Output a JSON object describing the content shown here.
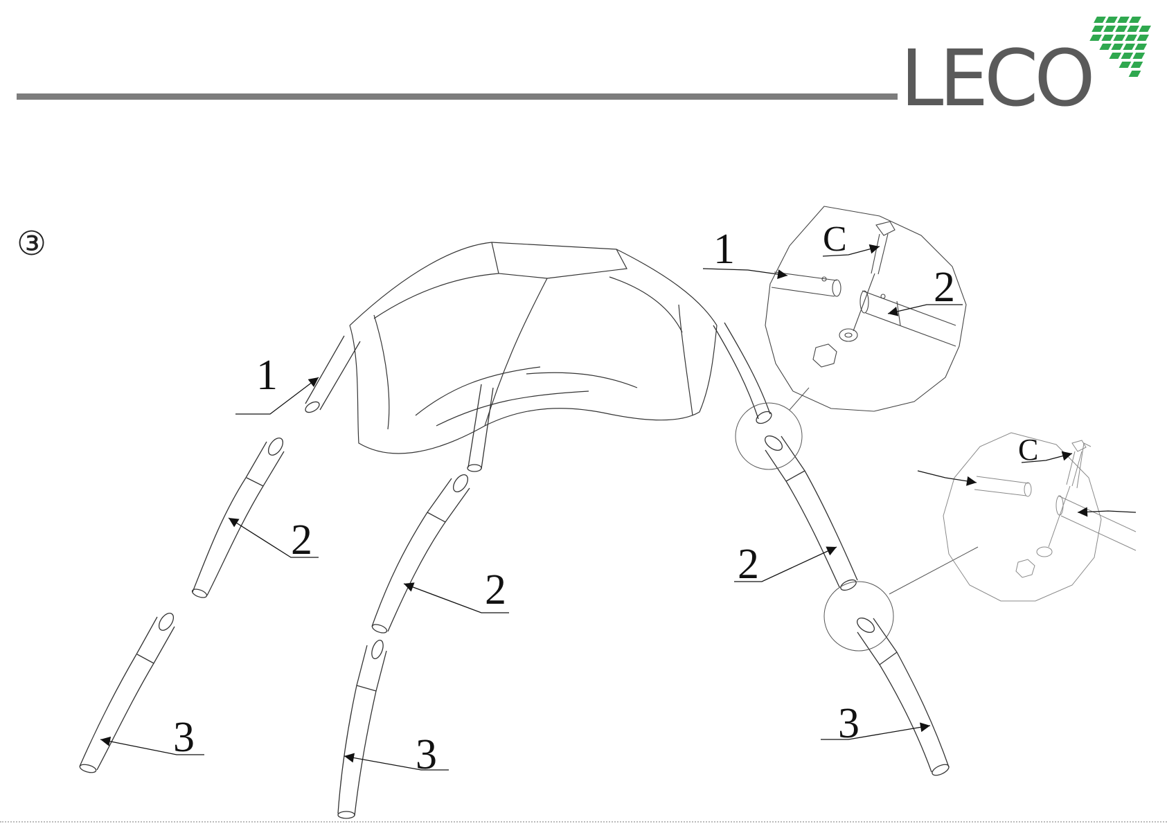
{
  "header": {
    "logo_text": "LECO",
    "brand_color": "#2fa84f",
    "rule_color": "#7d7d7d"
  },
  "step": {
    "marker": "③"
  },
  "labels": {
    "part_1": "1",
    "part_2": "2",
    "part_3": "3",
    "fastener_c": "C"
  },
  "icons": [
    "logo-grid-icon",
    "bolt-icon",
    "washer-icon",
    "nut-icon",
    "arrow-icon"
  ]
}
